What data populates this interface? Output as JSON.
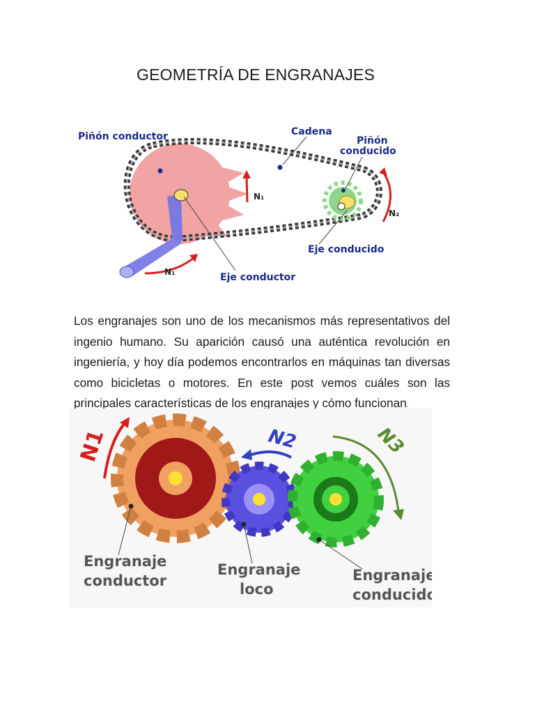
{
  "document": {
    "title": "GEOMETRÍA DE ENGRANAJES",
    "paragraph": "Los engranajes son uno de los mecanismos más representativos del ingenio humano. Su aparición causó una auténtica revolución en ingeniería, y hoy día podemos encontrarlos en máquinas tan diversas como bicicletas o motores. En este post vemos cuáles son las principales características de los engranajes y cómo funcionan",
    "paragraph_end": "."
  },
  "figure_chain": {
    "labels": {
      "pinion_driver": "Piñón conductor",
      "chain": "Cadena",
      "pinion_driven_1": "Piñón",
      "pinion_driven_2": "conducido",
      "shaft_driven": "Eje conducido",
      "shaft_driver": "Eje conductor",
      "n1_top": "N₁",
      "n1_bottom": "N₁",
      "n2": "N₂"
    },
    "colors": {
      "driver_gear": "#f2a3a3",
      "driven_gear": "#8fd68a",
      "shaft": "#7a7ae0",
      "label": "#1a2a8a",
      "arrow": "#d42020"
    }
  },
  "figure_gears": {
    "labels": {
      "n1": "N1",
      "n2": "N2",
      "n3": "N3",
      "driver_1": "Engranaje",
      "driver_2": "conductor",
      "idler_1": "Engranaje",
      "idler_2": "loco",
      "driven_1": "Engranaje",
      "driven_2": "conducido"
    },
    "colors": {
      "driver": "#f0a060",
      "driver_inner": "#a01818",
      "idler": "#5a50e0",
      "driven": "#40d040",
      "driven_inner": "#1a7a1a",
      "n1": "#d42020",
      "n2": "#3040c0",
      "n3": "#5a8a30"
    }
  }
}
